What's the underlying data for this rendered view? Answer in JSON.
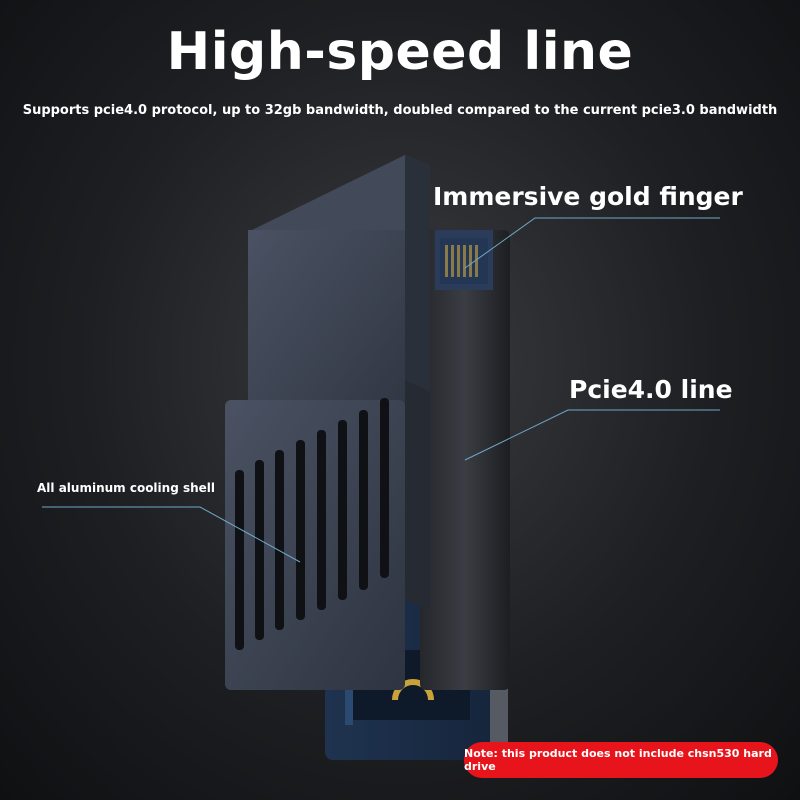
{
  "header": {
    "title": "High-speed line",
    "subtitle": "Supports pcie4.0 protocol, up to 32gb bandwidth, doubled compared to the current pcie3.0 bandwidth"
  },
  "callouts": {
    "gold_finger": "Immersive gold finger",
    "pcie_line": "Pcie4.0 line",
    "cooling_shell": "All aluminum cooling shell"
  },
  "note": "Note: this product does not include chsn530 hard drive",
  "colors": {
    "note_bg": "#e8141c",
    "leader_line": "#6fa8c8",
    "shell": "#3b4252"
  }
}
